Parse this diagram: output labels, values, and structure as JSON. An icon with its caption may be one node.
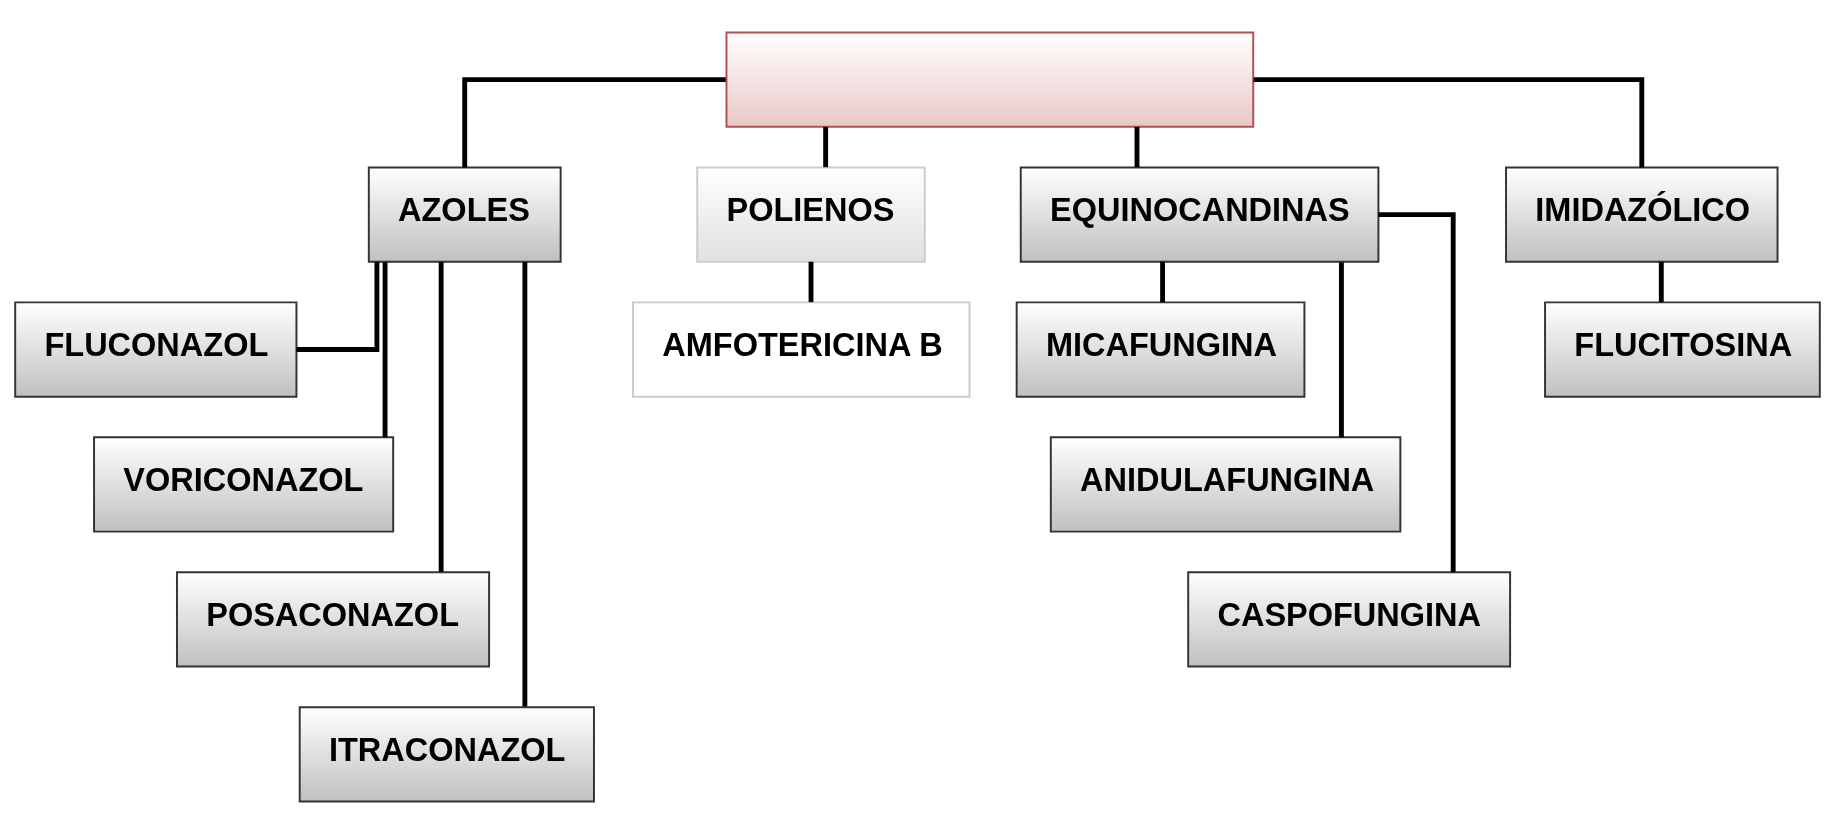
{
  "diagram": {
    "nodes": [
      {
        "text": [],
        "shape": "box"
      },
      {
        "text": [
          "AZOLES"
        ]
      },
      {
        "text": [
          "POLIENOS"
        ]
      },
      {
        "text": [
          "EQUINOCANDINAS"
        ]
      },
      {
        "text": [
          "IMIDAZÓLICO"
        ]
      },
      {
        "text": [
          "FLUCONAZOL"
        ]
      },
      {
        "text": [
          "VORICONAZOL"
        ]
      },
      {
        "text": [
          "POSACONAZOL"
        ]
      },
      {
        "text": [
          "ITRACONAZOL"
        ]
      },
      {
        "text": [
          "AMFOTERICINA B"
        ]
      },
      {
        "text": [
          "MICAFUNGINA"
        ]
      },
      {
        "text": [
          "ANIDULAFUNGINA"
        ]
      },
      {
        "text": [
          "CASPOFUNGINA"
        ]
      },
      {
        "text": [
          "FLUCITOSINA"
        ]
      }
    ],
    "edges": [
      {
        "from": 0,
        "to": 1,
        "arrow": "none"
      },
      {
        "from": 0,
        "to": 2,
        "arrow": "none"
      },
      {
        "from": 0,
        "to": 3,
        "arrow": "none"
      },
      {
        "from": 0,
        "to": 4,
        "arrow": "none"
      },
      {
        "from": 1,
        "to": 5,
        "arrow": "none"
      },
      {
        "from": 1,
        "to": 6,
        "arrow": "none"
      },
      {
        "from": 1,
        "to": 7,
        "arrow": "none"
      },
      {
        "from": 1,
        "to": 8,
        "arrow": "none"
      },
      {
        "from": 2,
        "to": 9,
        "arrow": "none"
      },
      {
        "from": 3,
        "to": 10,
        "arrow": "none"
      },
      {
        "from": 3,
        "to": 11,
        "arrow": "none"
      },
      {
        "from": 3,
        "to": 12,
        "arrow": "none"
      },
      {
        "from": 4,
        "to": 13,
        "arrow": "none"
      }
    ]
  }
}
